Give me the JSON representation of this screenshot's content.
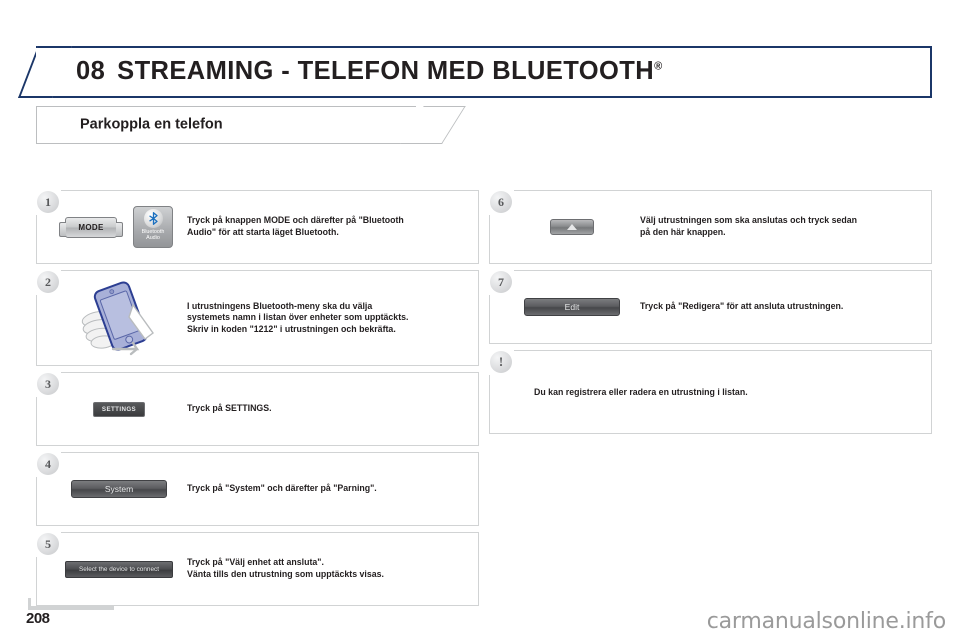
{
  "header": {
    "chapter_number": "08",
    "title": "STREAMING - TELEFON MED BLUETOOTH",
    "title_superscript": "®",
    "subtitle": "Parkoppla en telefon",
    "accent_color": "#1b3668",
    "subtitle_border_color": "#bcbec0"
  },
  "left_column": [
    {
      "number": "1",
      "widgets": {
        "mode_button": "MODE",
        "bt_tile_line1": "Bluetooth",
        "bt_tile_line2": "Audio"
      },
      "text_lines": [
        "Tryck på knappen MODE och därefter på \"Bluetooth",
        "Audio\" för att starta läget Bluetooth."
      ]
    },
    {
      "number": "2",
      "widgets": {},
      "text_lines": [
        "I utrustningens Bluetooth-meny ska du välja",
        "systemets namn i listan över enheter som upptäckts.",
        "Skriv in koden \"1212\" i utrustningen och bekräfta."
      ]
    },
    {
      "number": "3",
      "widgets": {
        "settings_button": "SETTINGS"
      },
      "text_lines": [
        "Tryck på SETTINGS."
      ]
    },
    {
      "number": "4",
      "widgets": {
        "system_button": "System"
      },
      "text_lines": [
        "Tryck på \"System\" och därefter på \"Parning\"."
      ]
    },
    {
      "number": "5",
      "widgets": {
        "select_device_button": "Select the device to connect"
      },
      "text_lines": [
        "Tryck på \"Välj enhet att ansluta\".",
        "Vänta tills den utrustning som upptäckts visas."
      ]
    }
  ],
  "right_column": [
    {
      "number": "6",
      "widgets": {
        "up_button": "▲"
      },
      "text_lines": [
        "Välj utrustningen som ska anslutas och tryck sedan",
        "på den här knappen."
      ]
    },
    {
      "number": "7",
      "widgets": {
        "edit_button": "Edit"
      },
      "text_lines": [
        "Tryck på \"Redigera\" för att ansluta utrustningen."
      ]
    }
  ],
  "warning": {
    "symbol": "!",
    "text": "Du kan registrera eller radera en utrustning i listan."
  },
  "footer": {
    "page_number": "208",
    "watermark": "carmanualsonline.info"
  }
}
